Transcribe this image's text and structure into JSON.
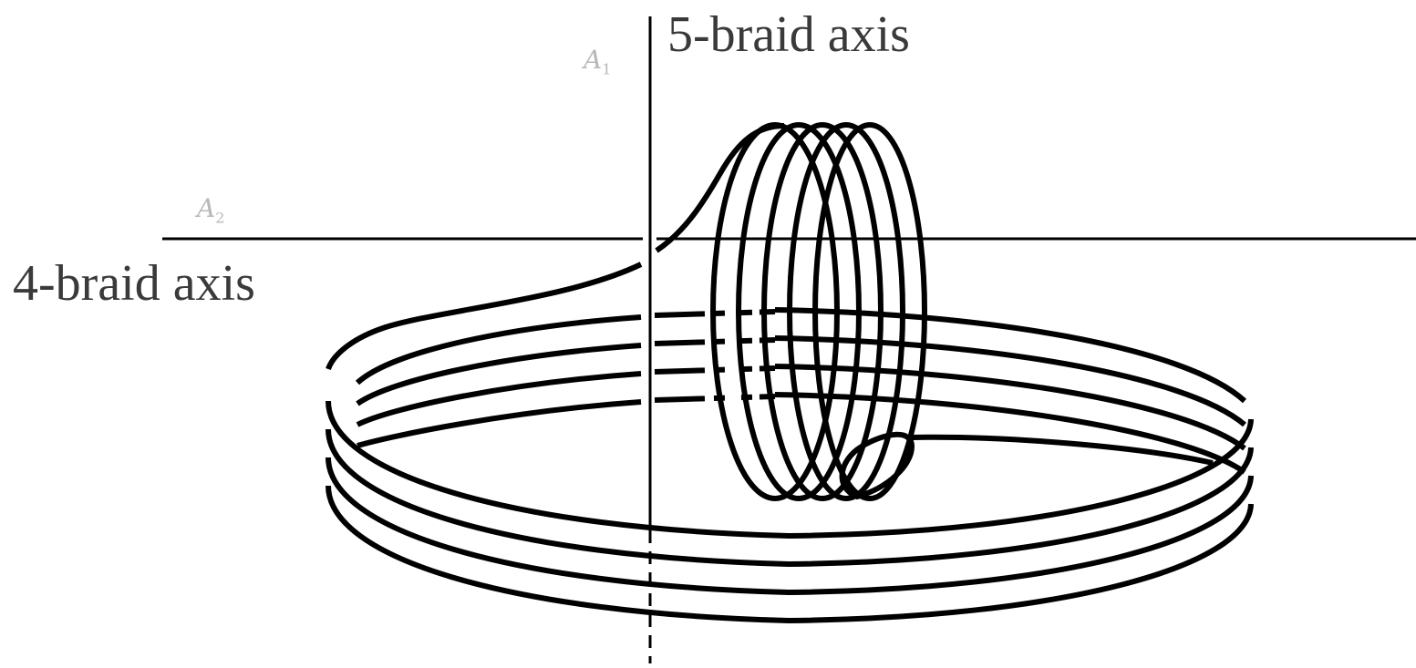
{
  "labels": {
    "five_braid_axis": "5-braid axis",
    "four_braid_axis": "4-braid axis",
    "a1": {
      "letter": "A",
      "index": "1"
    },
    "a2": {
      "letter": "A",
      "index": "2"
    }
  },
  "diagram": {
    "horizontal_strands": 4,
    "vertical_loops": 5,
    "stroke_color": "#000000",
    "label_color": "#3a3a3a",
    "axis_label_color": "#b8b8b8"
  }
}
